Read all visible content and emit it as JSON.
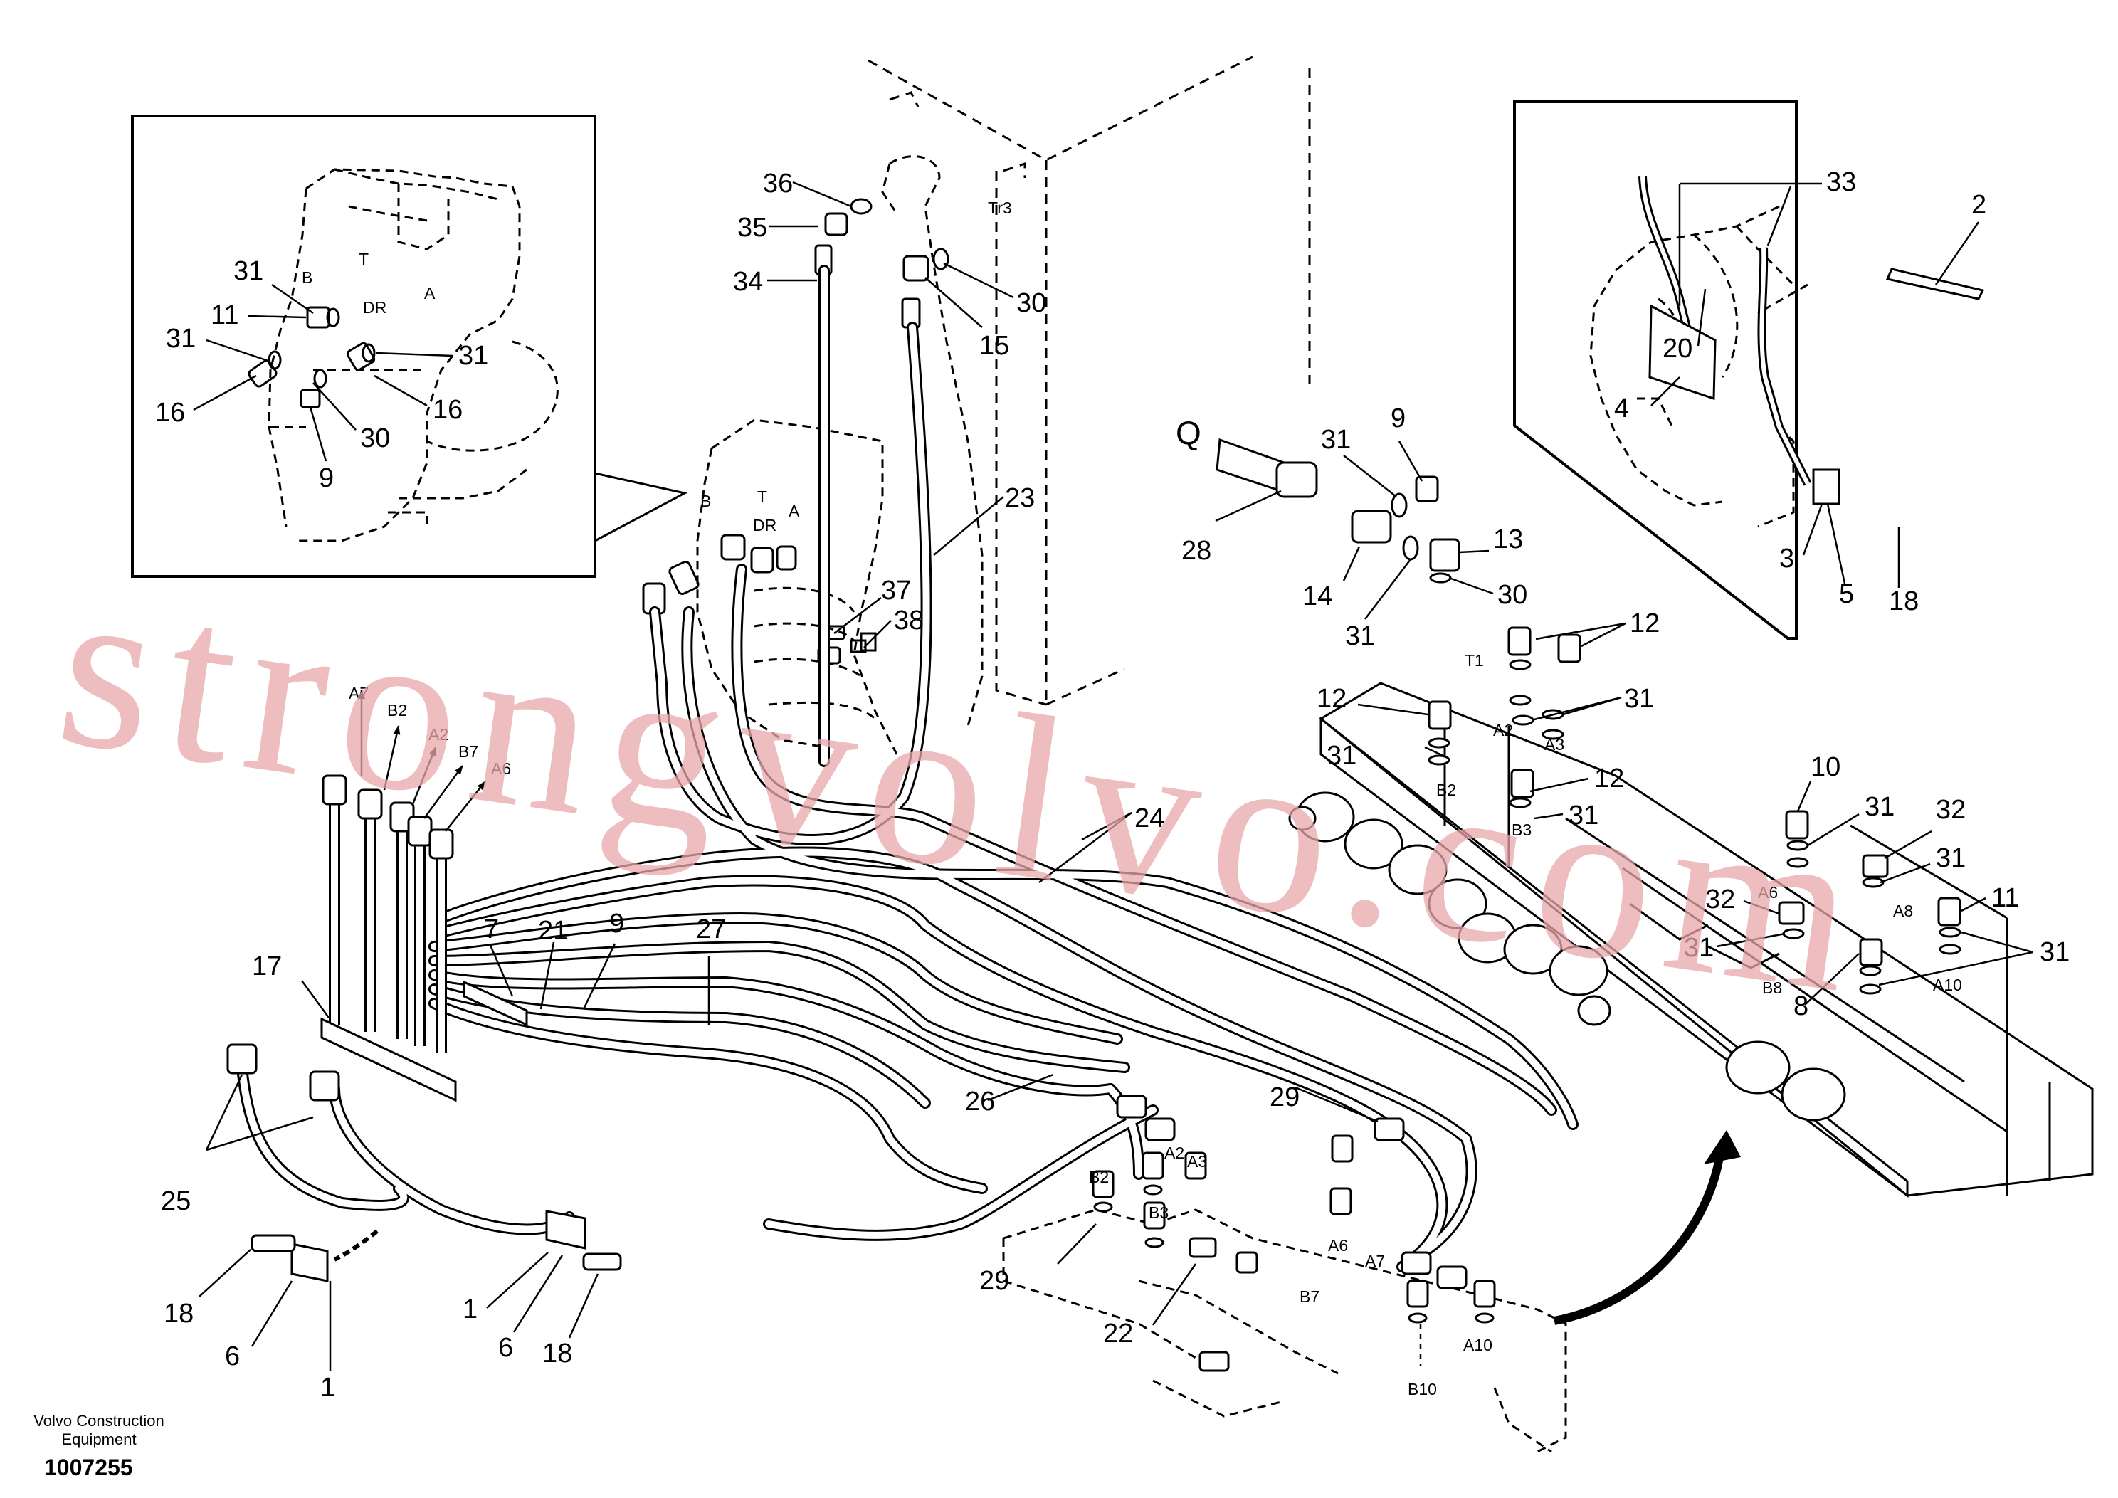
{
  "footer": {
    "company_line1": "Volvo Construction",
    "company_line2": "Equipment",
    "drawing_number": "1007255"
  },
  "watermark": {
    "text": "strongvolvo.com",
    "color": "#e8a7a9"
  },
  "callouts": {
    "c1a": "1",
    "c1b": "1",
    "c2": "2",
    "c3": "3",
    "c4": "4",
    "c5": "5",
    "c6a": "6",
    "c6b": "6",
    "c7": "7",
    "c8": "8",
    "c9a": "9",
    "c9b": "9",
    "c9c": "9",
    "c10": "10",
    "c11a": "11",
    "c11b": "11",
    "c12a": "12",
    "c12b": "12",
    "c12c": "12",
    "c13": "13",
    "c14": "14",
    "c15": "15",
    "c16a": "16",
    "c16b": "16",
    "c17": "17",
    "c18a": "18",
    "c18b": "18",
    "c18c": "18",
    "c20": "20",
    "c21": "21",
    "c22": "22",
    "c23": "23",
    "c24": "24",
    "c25": "25",
    "c26": "26",
    "c27": "27",
    "c28": "28",
    "c29a": "29",
    "c29b": "29",
    "c30a": "30",
    "c30b": "30",
    "c30c": "30",
    "c31a": "31",
    "c31b": "31",
    "c31c": "31",
    "c31d": "31",
    "c31e": "31",
    "c31f": "31",
    "c31g": "31",
    "c31h": "31",
    "c31i": "31",
    "c31j": "31",
    "c31k": "31",
    "c31l": "31",
    "c32a": "32",
    "c32b": "32",
    "c33": "33",
    "c34": "34",
    "c35": "35",
    "c36": "36",
    "c37": "37",
    "c38": "38",
    "cQ": "Q"
  },
  "ports": {
    "pA7": "A7",
    "pB2": "B2",
    "pA2": "A2",
    "pB7": "B7",
    "pA6": "A6",
    "pB": "B",
    "pT": "T",
    "pDR": "DR",
    "pA": "A",
    "pB_2": "B",
    "pT_2": "T",
    "pDR_2": "DR",
    "pA_2": "A",
    "pTr3": "Tr3",
    "pT1": "T1",
    "pA2_v": "A2",
    "pA3_v": "A3",
    "pB2_v": "B2",
    "pB3_v": "B3",
    "pA6_v": "A6",
    "pA8_v": "A8",
    "pB8_v": "B8",
    "pA10_v": "A10",
    "pB2_l": "B2",
    "pA2_l": "A2",
    "pA3_l": "A3",
    "pB3_l": "B3",
    "pA6_l": "A6",
    "pA7_l": "A7",
    "pB7_l": "B7",
    "pA10_l": "A10",
    "pB10_l": "B10"
  }
}
